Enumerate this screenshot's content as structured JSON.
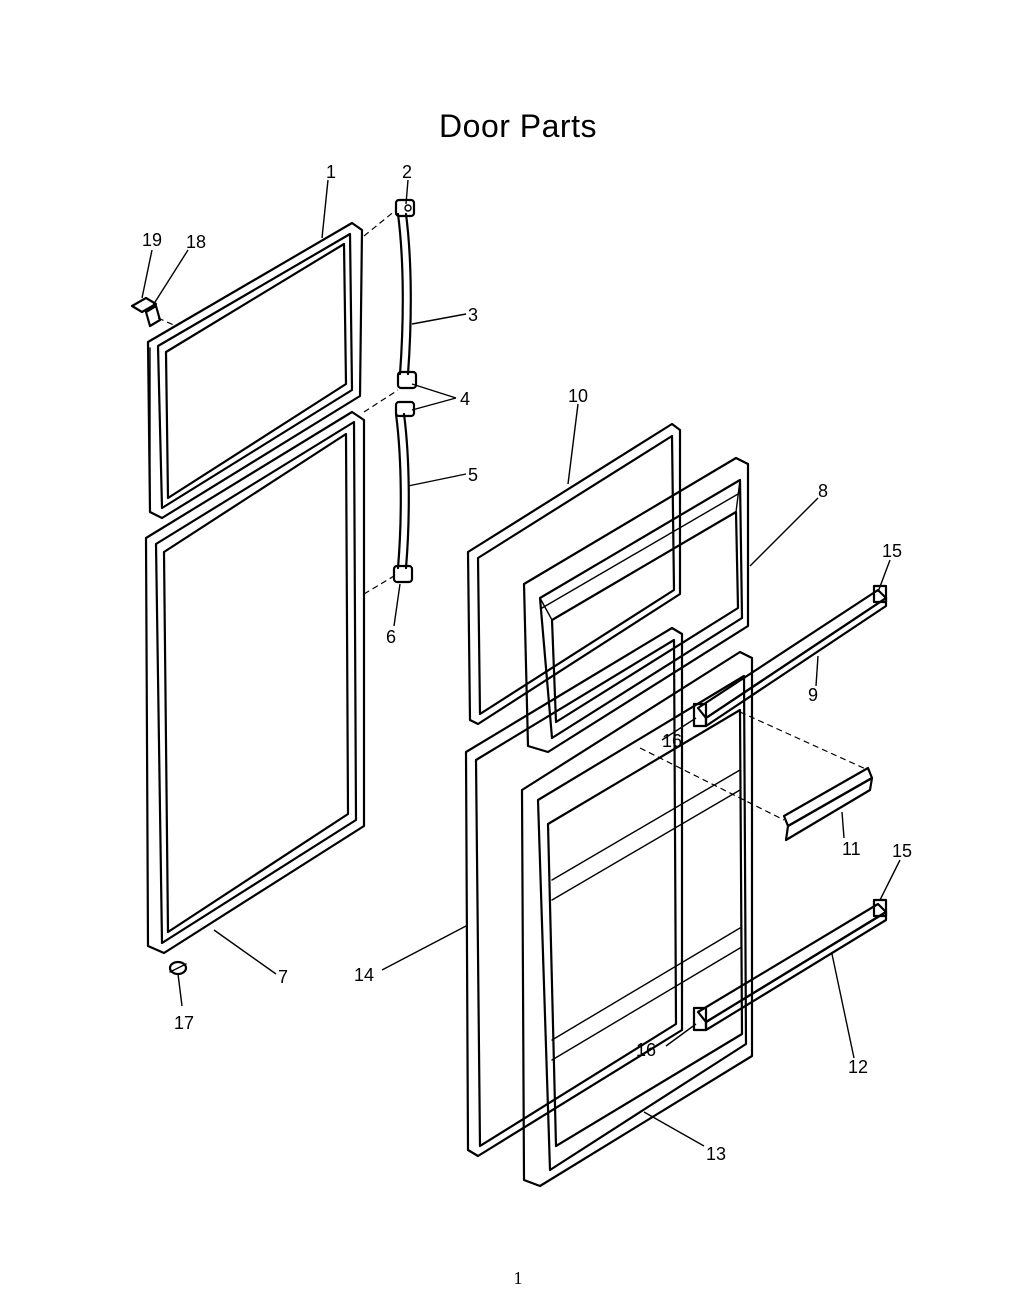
{
  "title": "Door Parts",
  "page_number": "1",
  "callouts": [
    {
      "id": "c1",
      "label": "1"
    },
    {
      "id": "c2",
      "label": "2"
    },
    {
      "id": "c3",
      "label": "3"
    },
    {
      "id": "c4",
      "label": "4"
    },
    {
      "id": "c5",
      "label": "5"
    },
    {
      "id": "c6",
      "label": "6"
    },
    {
      "id": "c7",
      "label": "7"
    },
    {
      "id": "c8",
      "label": "8"
    },
    {
      "id": "c9",
      "label": "9"
    },
    {
      "id": "c10",
      "label": "10"
    },
    {
      "id": "c11",
      "label": "11"
    },
    {
      "id": "c12",
      "label": "12"
    },
    {
      "id": "c13",
      "label": "13"
    },
    {
      "id": "c14",
      "label": "14"
    },
    {
      "id": "c15a",
      "label": "15"
    },
    {
      "id": "c15b",
      "label": "15"
    },
    {
      "id": "c16a",
      "label": "16"
    },
    {
      "id": "c16b",
      "label": "16"
    },
    {
      "id": "c17",
      "label": "17"
    },
    {
      "id": "c18",
      "label": "18"
    },
    {
      "id": "c19",
      "label": "19"
    }
  ]
}
